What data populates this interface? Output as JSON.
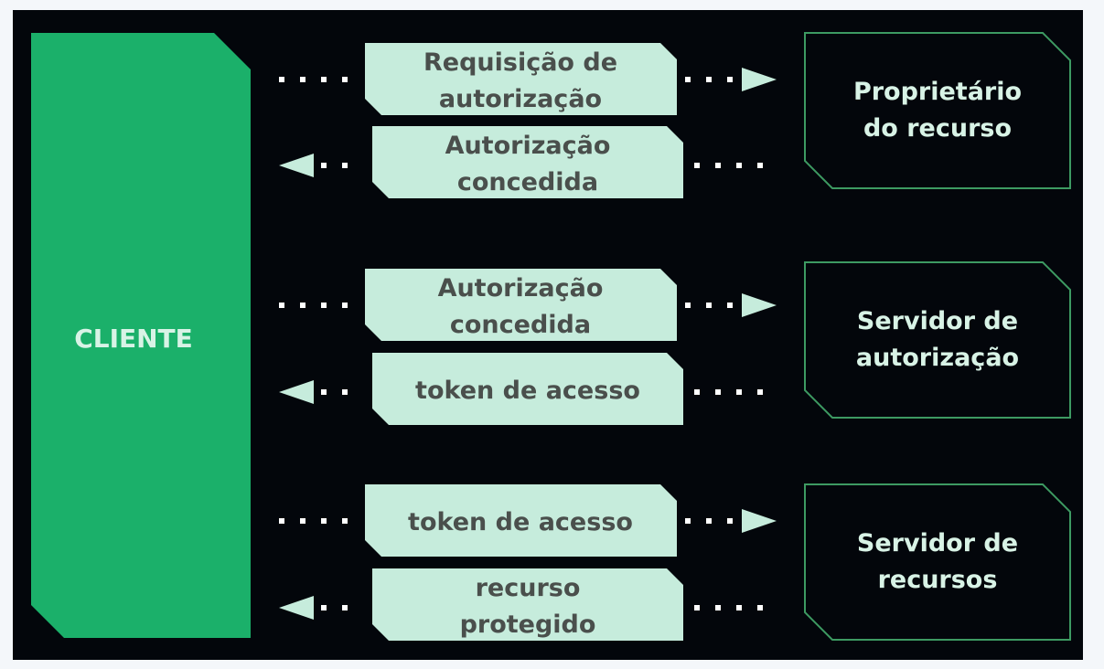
{
  "colors": {
    "panel": "#03060b",
    "client": "#1bb06a",
    "message": "#c6ecdc",
    "node_border": "#3d9a62",
    "arrow": "#c6ecdc",
    "dots": "#ffffff"
  },
  "client": {
    "label": "CLIENTE"
  },
  "nodes": [
    {
      "lines": [
        "Proprietário",
        "do recurso"
      ]
    },
    {
      "lines": [
        "Servidor de",
        "autorização"
      ]
    },
    {
      "lines": [
        "Servidor de",
        "recursos"
      ]
    }
  ],
  "flows": [
    {
      "request": [
        "Requisição de",
        "autorização"
      ],
      "response": [
        "Autorização",
        "concedida"
      ]
    },
    {
      "request": [
        "Autorização",
        "concedida"
      ],
      "response": [
        "token de acesso"
      ]
    },
    {
      "request": [
        "token de acesso"
      ],
      "response": [
        "recurso",
        "protegido"
      ]
    }
  ]
}
